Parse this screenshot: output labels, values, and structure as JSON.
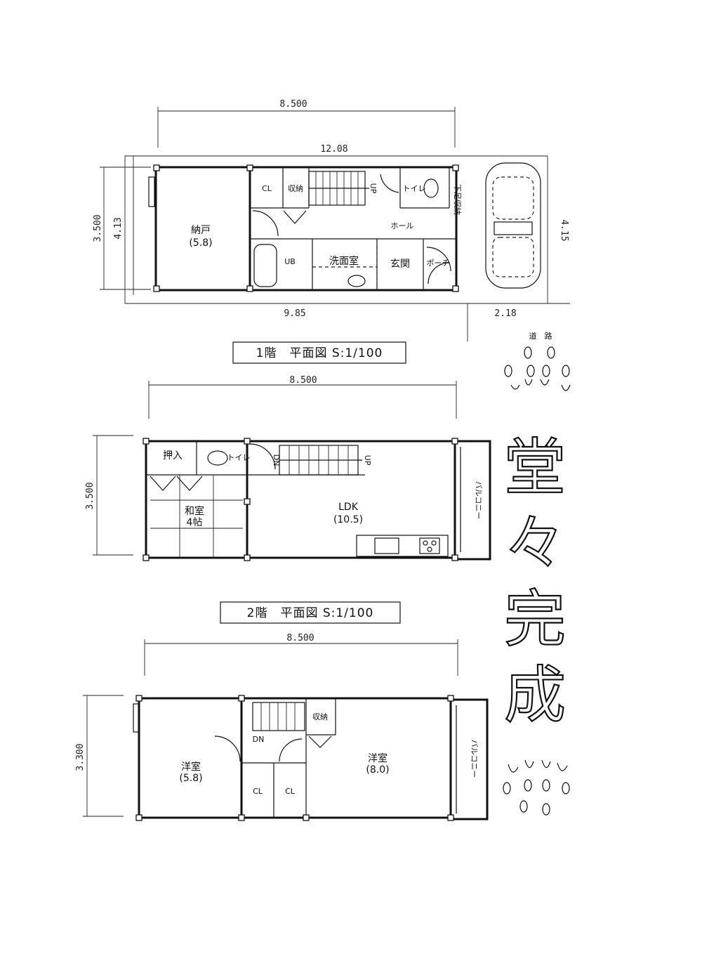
{
  "floor1": {
    "caption": "1階　平面図 S:1/100",
    "dim_top": "8.500",
    "dim_site": "12.08",
    "dim_left_outer": "3.500",
    "dim_left_inner": "4.13",
    "dim_right": "4.15",
    "dim_bottom_left": "9.85",
    "dim_bottom_right": "2.18",
    "room_storage": "納戸",
    "room_storage_size": "(5.8)",
    "closet": "CL",
    "shuno": "収納",
    "up": "UP",
    "toilet": "トイレ",
    "shoe_storage": "下足収納",
    "hall": "ホール",
    "bath": "UB",
    "washroom": "洗面室",
    "entrance": "玄関",
    "porch": "ポーチ"
  },
  "road": "道　路",
  "floor2": {
    "caption": "2階　平面図 S:1/100",
    "dim_top": "8.500",
    "dim_left": "3.500",
    "oshiire": "押入",
    "toilet": "トイレ",
    "dn": "DN",
    "up": "UP",
    "washitsu": "和室",
    "washitsu_size": "4帖",
    "ldk": "LDK",
    "ldk_size": "(10.5)",
    "balcony": "バルコニー"
  },
  "floor3": {
    "dim_top": "8.500",
    "dim_left": "3.300",
    "dn": "DN",
    "shuno": "収納",
    "room_left": "洋室",
    "room_left_size": "(5.8)",
    "room_right": "洋室",
    "room_right_size": "(8.0)",
    "closet_a": "CL",
    "closet_b": "CL",
    "balcony": "バルコニー"
  },
  "stamp": [
    "堂",
    "々",
    "完",
    "成"
  ]
}
